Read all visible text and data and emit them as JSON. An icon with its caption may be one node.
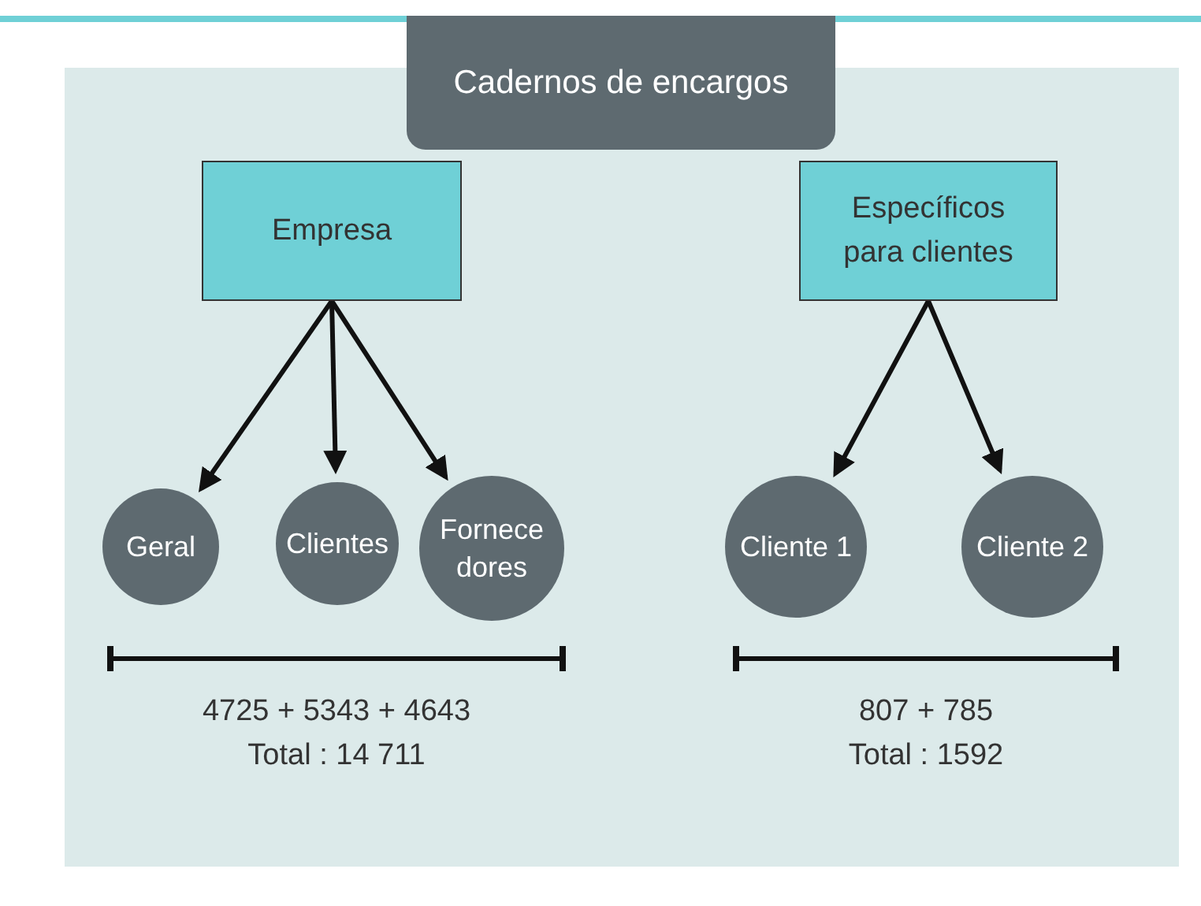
{
  "diagram": {
    "title": "Cadernos de encargos",
    "nodes": [
      {
        "text": [
          "Empresa"
        ]
      },
      {
        "text": [
          "Específicos para clientes"
        ]
      },
      {
        "text": [
          "Geral"
        ]
      },
      {
        "text": [
          "Clientes"
        ]
      },
      {
        "text": [
          "Fornece dores"
        ]
      },
      {
        "text": [
          "Cliente 1"
        ]
      },
      {
        "text": [
          "Cliente 2"
        ]
      }
    ],
    "edges": [
      {
        "from": 0,
        "to": 2,
        "arrow": "to"
      },
      {
        "from": 0,
        "to": 3,
        "arrow": "to"
      },
      {
        "from": 0,
        "to": 4,
        "arrow": "to"
      },
      {
        "from": 1,
        "to": 5,
        "arrow": "to"
      },
      {
        "from": 1,
        "to": 6,
        "arrow": "to"
      }
    ],
    "labels": [
      "4725 + 5343 + 4643",
      "Total : 14 711",
      "807 + 785",
      "Total : 1592"
    ]
  }
}
